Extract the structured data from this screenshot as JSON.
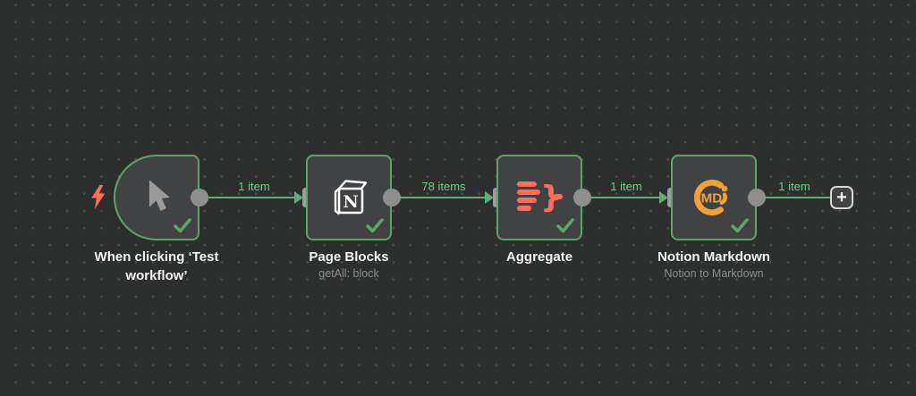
{
  "workflow": {
    "nodes": [
      {
        "title": "When clicking ‘Test workflow’",
        "subtitle": "",
        "icon": "cursor-icon",
        "status": "success"
      },
      {
        "title": "Page Blocks",
        "subtitle": "getAll: block",
        "icon": "notion-icon",
        "status": "success"
      },
      {
        "title": "Aggregate",
        "subtitle": "",
        "icon": "aggregate-icon",
        "status": "success"
      },
      {
        "title": "Notion Markdown",
        "subtitle": "Notion to Markdown",
        "icon": "notion-markdown-icon",
        "status": "success"
      }
    ],
    "connections": [
      {
        "label": "1 item"
      },
      {
        "label": "78 items"
      },
      {
        "label": "1 item"
      },
      {
        "label": "1 item"
      }
    ],
    "add_node_button": "+",
    "colors": {
      "canvas_bg": "#2d2e2e",
      "node_fill": "#414244",
      "success_green": "#5ca46b",
      "wire_green": "#5fae74",
      "label_green": "#7dc98e",
      "accent_red": "#ff6d5a",
      "notion_md_orange": "#efa13a",
      "icon_gray": "#9a9a9a"
    }
  }
}
